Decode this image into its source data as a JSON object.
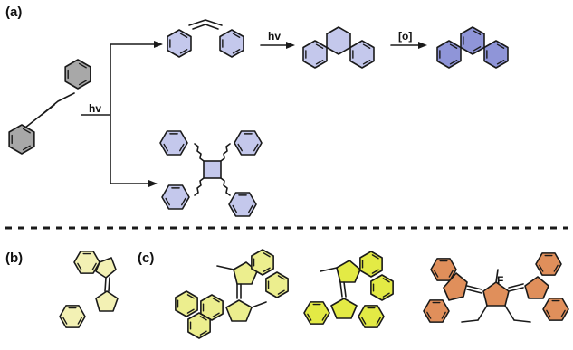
{
  "panels": {
    "a": "(a)",
    "b": "(b)",
    "c": "(c)"
  },
  "reactions": {
    "hv_main": "hv",
    "hv_cyclize": "hv",
    "oxidation": "[o]"
  },
  "atoms": {
    "fluorine": "F"
  },
  "colors": {
    "gray_ring": "#a8a8a8",
    "lavender_ring": "#c4c8ec",
    "blue_ring": "#8f95d8",
    "pale_yellow": "#f3f1b4",
    "yellow": "#ecee8e",
    "bright_yellow": "#e3ea45",
    "orange": "#e08f5b",
    "line": "#1a1a1a"
  }
}
